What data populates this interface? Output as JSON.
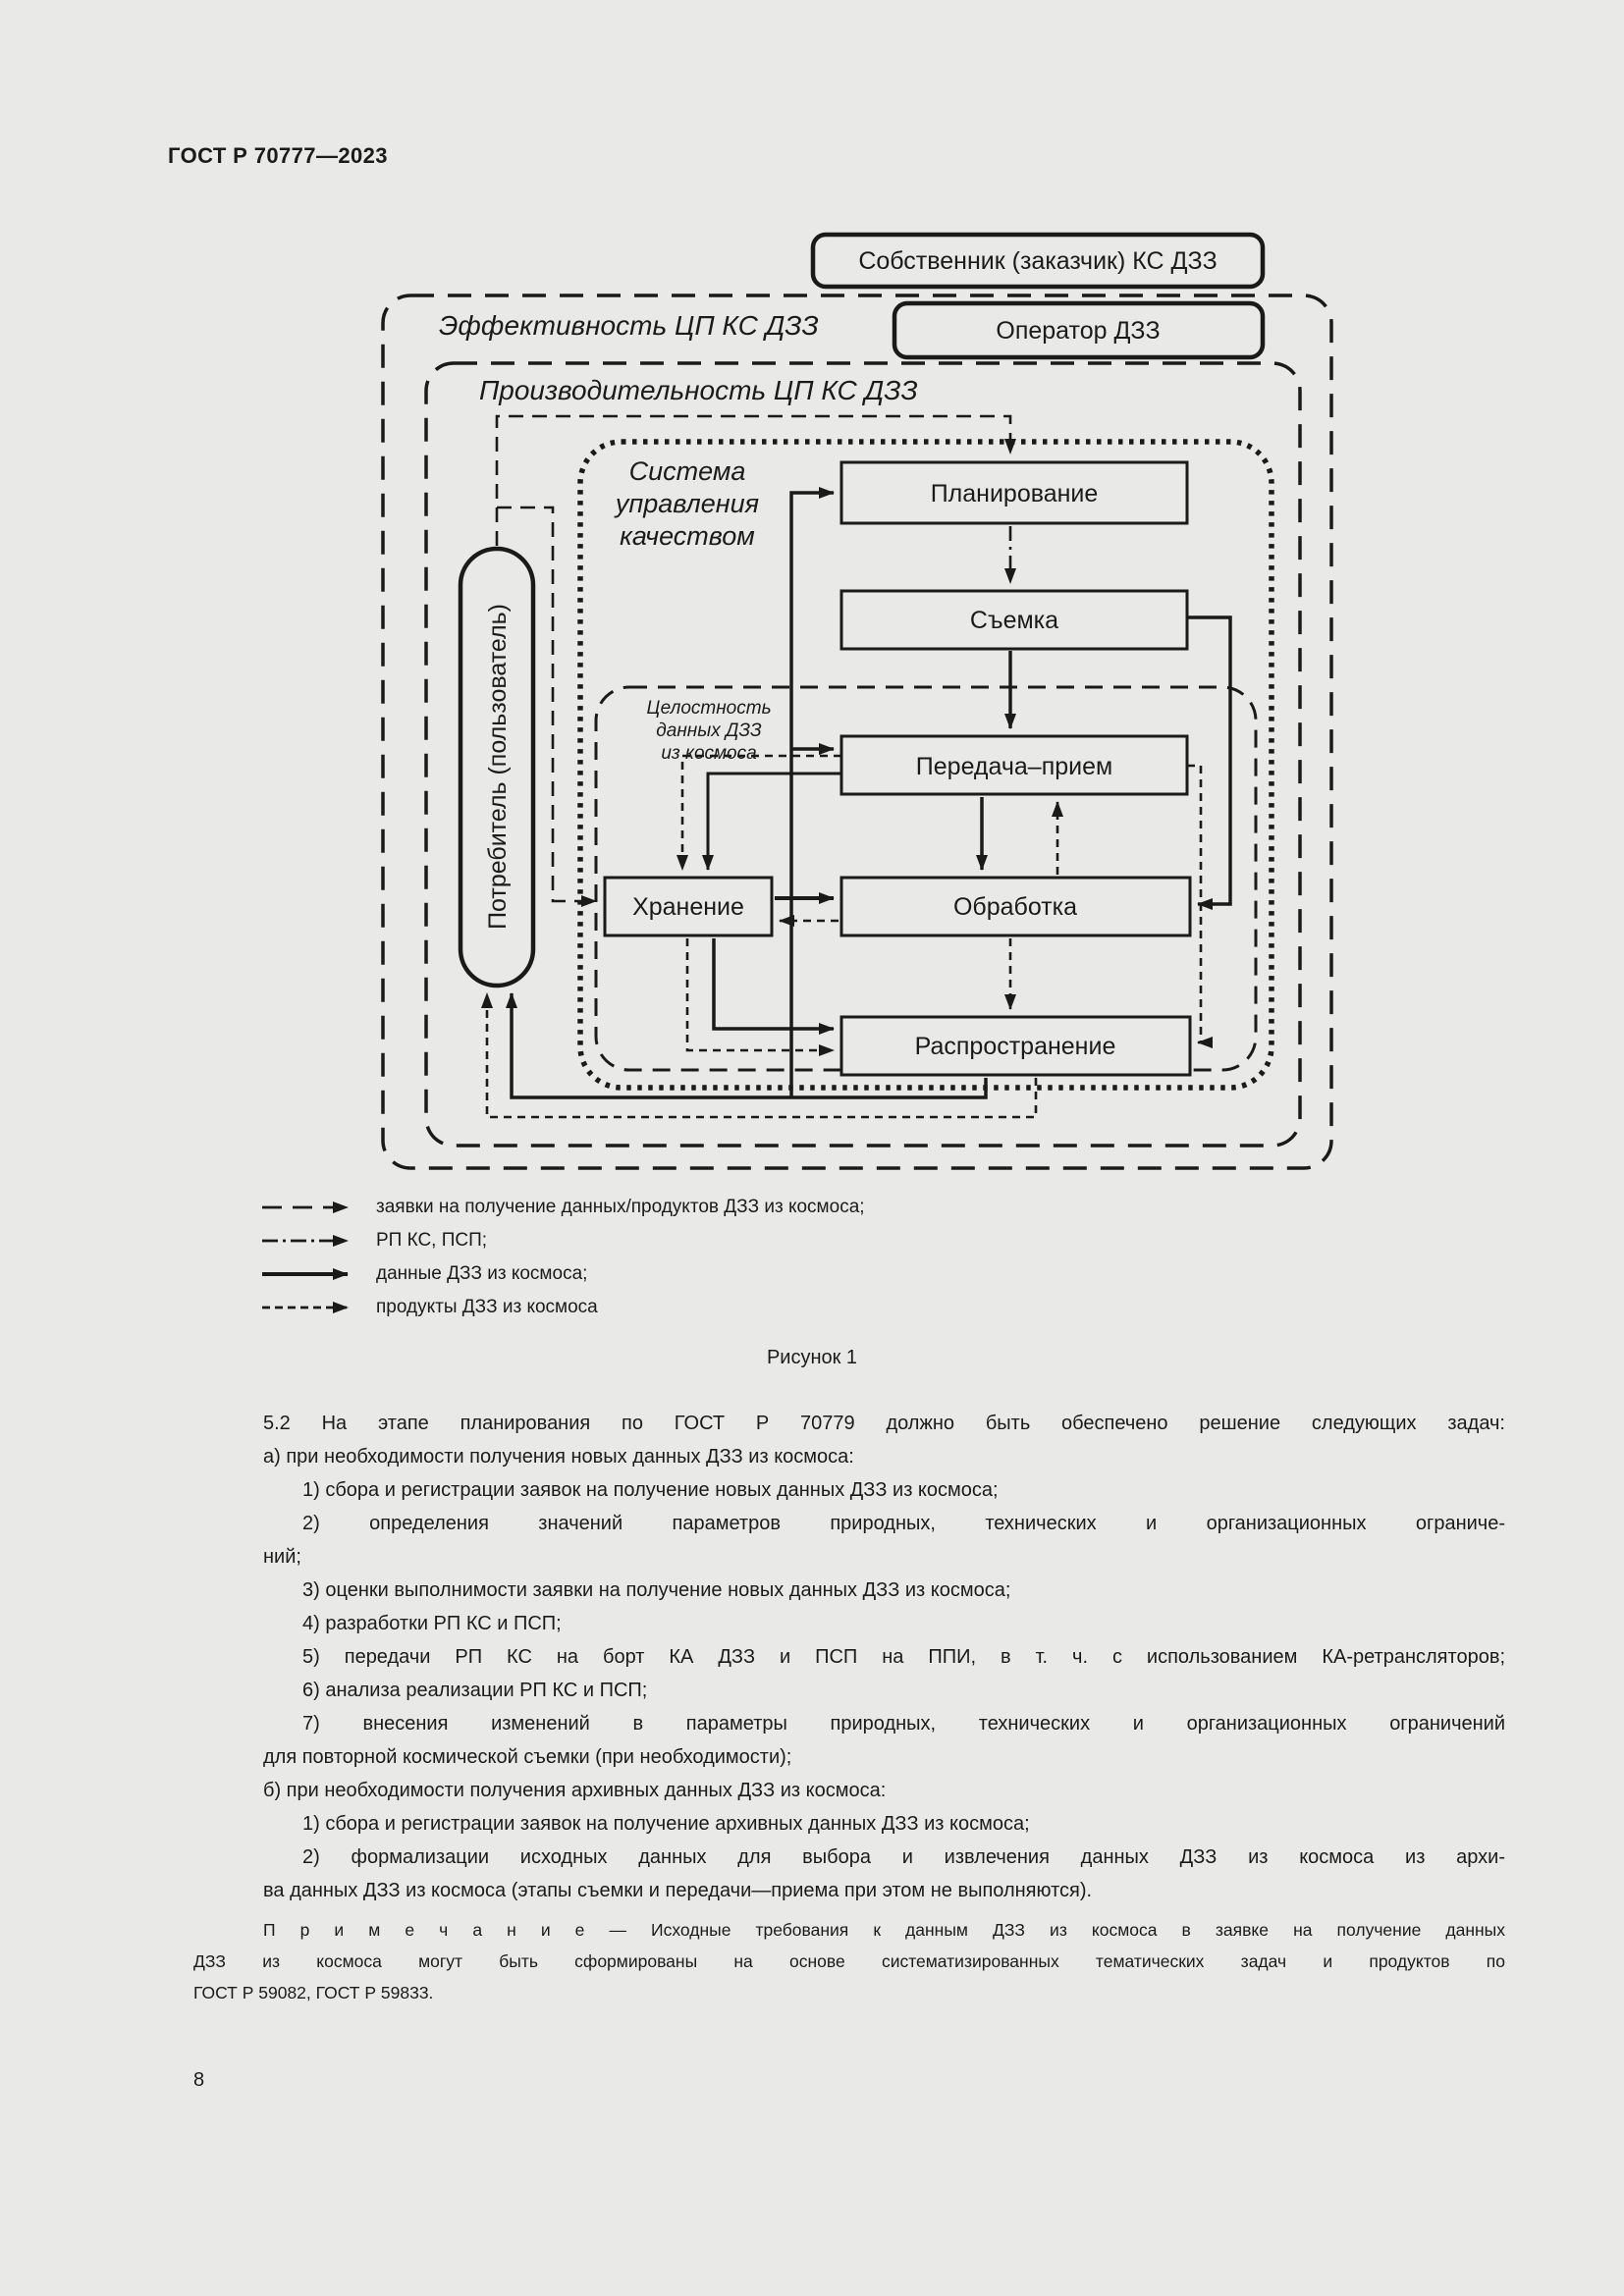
{
  "page": {
    "header": "ГОСТ Р 70777—2023",
    "number": "8"
  },
  "diagram": {
    "boxes": {
      "owner": "Собственник (заказчик) КС ДЗЗ",
      "operator": "Оператор ДЗЗ",
      "planning": "Планирование",
      "imaging": "Съемка",
      "transmission": "Передача–прием",
      "processing": "Обработка",
      "storage": "Хранение",
      "distribution": "Распространение",
      "consumer": "Потребитель (пользователь)"
    },
    "frames": {
      "effectiveness": "Эффективность ЦП КС ДЗЗ",
      "productivity": "Производительность ЦП КС ДЗЗ",
      "quality_lines": [
        "Система",
        "управления",
        "качеством"
      ],
      "integrity_lines": [
        "Целостность",
        "данных ДЗЗ",
        "из космоса"
      ]
    }
  },
  "legend": {
    "items": [
      {
        "name": "requests",
        "style": "long-dash",
        "label": "заявки на получение данных/продуктов ДЗЗ из космоса;"
      },
      {
        "name": "rp-ks-psp",
        "style": "dash-dot",
        "label": "РП КС, ПСП;"
      },
      {
        "name": "data",
        "style": "solid",
        "label": "данные ДЗЗ из космоса;"
      },
      {
        "name": "products",
        "style": "short-dash",
        "label": "продукты ДЗЗ из космоса"
      }
    ]
  },
  "caption": "Рисунок 1",
  "body": {
    "lines": [
      {
        "text": "5.2 На этапе планирования по ГОСТ Р 70779 должно быть обеспечено решение следующих задач:"
      },
      {
        "text": "а) при необходимости получения новых данных ДЗЗ из космоса:"
      },
      {
        "text": "1) сбора и регистрации заявок на получение новых данных ДЗЗ из космоса;"
      },
      {
        "text": "2) определения значений параметров природных, технических и организационных ограниче-"
      },
      {
        "text": "ний;"
      },
      {
        "text": "3) оценки выполнимости заявки на получение новых данных ДЗЗ из космоса;"
      },
      {
        "text": "4) разработки РП КС и ПСП;"
      },
      {
        "text": "5) передачи РП КС на борт КА ДЗЗ и ПСП на ППИ, в т. ч. с использованием КА-ретрансляторов;"
      },
      {
        "text": "6) анализа реализации РП КС и ПСП;"
      },
      {
        "text": "7) внесения изменений в параметры природных, технических и организационных ограничений"
      },
      {
        "text": "для повторной космической съемки (при необходимости);"
      },
      {
        "text": "б) при необходимости получения архивных данных ДЗЗ из космоса:"
      },
      {
        "text": "1) сбора и регистрации заявок на получение архивных данных ДЗЗ из космоса;"
      },
      {
        "text": "2) формализации исходных данных для выбора и извлечения данных ДЗЗ из космоса из архи-"
      },
      {
        "text": "ва данных ДЗЗ из космоса (этапы съемки и передачи—приема при этом не выполняются)."
      }
    ]
  },
  "note": {
    "lines": [
      {
        "text": "П р и м е ч а н и е  —  Исходные требования к данным ДЗЗ из космоса в заявке на получение данных"
      },
      {
        "text": "ДЗЗ из космоса могут быть сформированы на основе систематизированных тематических задач и продуктов по"
      },
      {
        "text": "ГОСТ Р 59082, ГОСТ Р 59833."
      }
    ]
  }
}
